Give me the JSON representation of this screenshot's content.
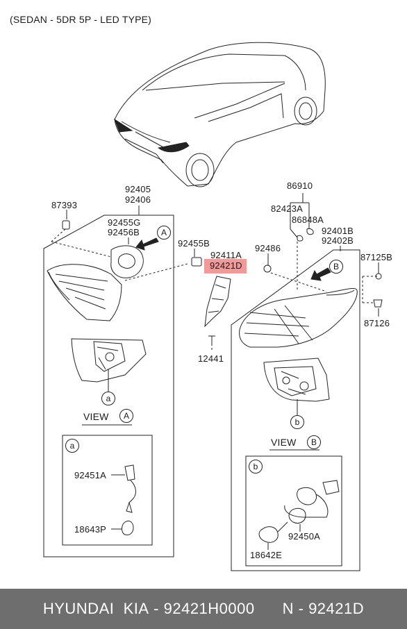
{
  "header": {
    "title": "(SEDAN - 5DR 5P - LED TYPE)"
  },
  "labels": {
    "p87393": "87393",
    "p92405": "92405",
    "p92406": "92406",
    "p92455G": "92455G",
    "p92456B": "92456B",
    "p92455B": "92455B",
    "p92411A": "92411A",
    "p92421D": "92421D",
    "p12441": "12441",
    "p86910": "86910",
    "p82423A": "82423A",
    "p86848A": "86848A",
    "p92486": "92486",
    "p92401B": "92401B",
    "p92402B": "92402B",
    "p87125B": "87125B",
    "p87126": "87126",
    "p92451A": "92451A",
    "p18643P": "18643P",
    "p92450A": "92450A",
    "p18642E": "18642E"
  },
  "callouts": {
    "A": "A",
    "B": "B",
    "a": "a",
    "b": "b"
  },
  "views": {
    "view_a_label": "VIEW",
    "view_b_label": "VIEW"
  },
  "footer": {
    "brand": "HYUNDAI  KIA",
    "part_number": "92421H0000",
    "ref": "N - 92421D",
    "separator": " - "
  },
  "highlight_color": "#f29a9a"
}
